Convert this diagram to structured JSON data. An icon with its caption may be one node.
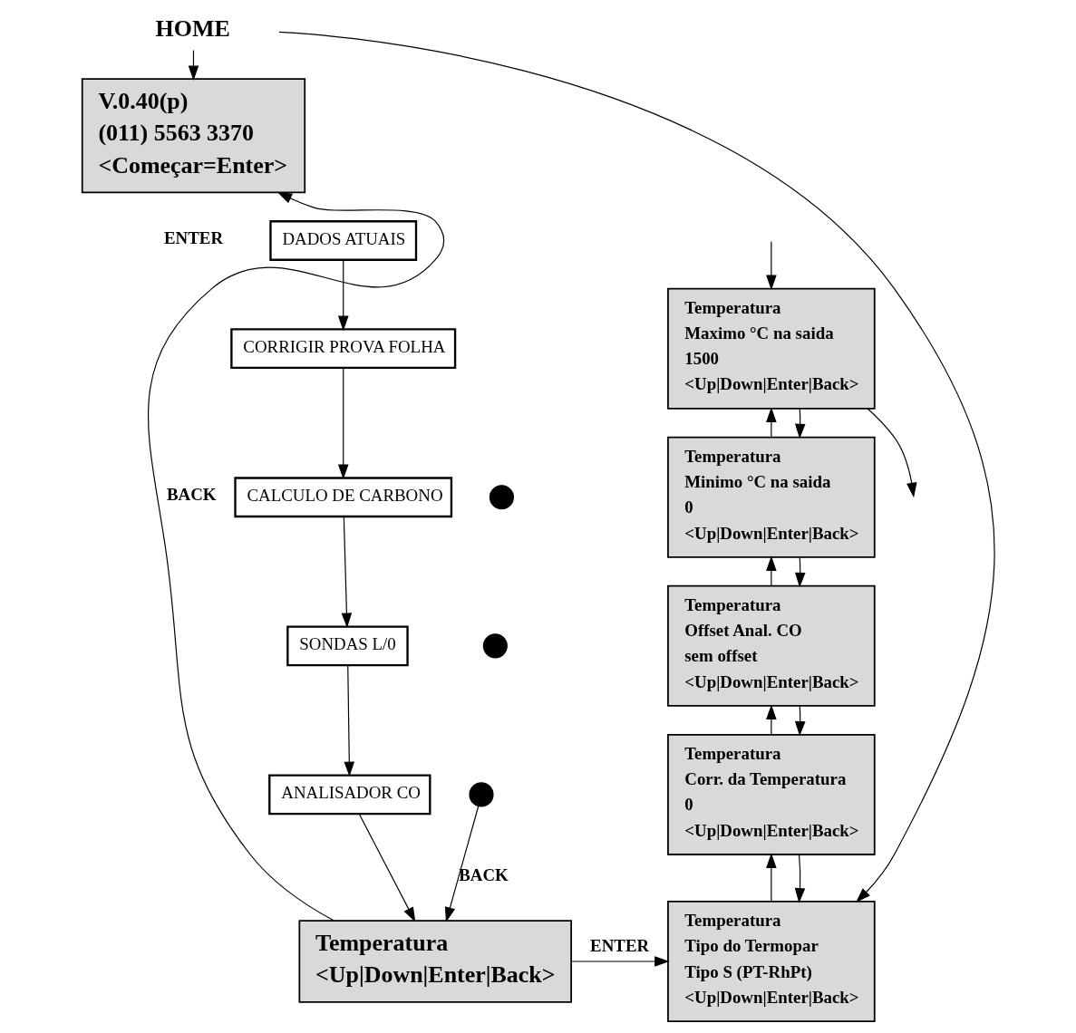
{
  "diagram": {
    "nodes": [
      {
        "text": [
          "HOME"
        ]
      },
      {
        "text": [
          "V.0.40(p)",
          "(011) 5563 3370",
          "<Começar=Enter>"
        ]
      },
      {
        "text": [
          "DADOS ATUAIS"
        ]
      },
      {
        "text": [
          "CORRIGIR PROVA FOLHA"
        ]
      },
      {
        "text": [
          "CALCULO DE CARBONO"
        ]
      },
      {
        "text": [
          "SONDAS L/0"
        ]
      },
      {
        "text": [
          "ANALISADOR CO"
        ]
      },
      {
        "text": [
          "Temperatura",
          "<Up|Down|Enter|Back>"
        ]
      },
      {
        "text": [
          "Temperatura",
          "Maximo °C na saida",
          "1500",
          "<Up|Down|Enter|Back>"
        ]
      },
      {
        "text": [
          "Temperatura",
          "Minimo °C na saida",
          "0",
          "<Up|Down|Enter|Back>"
        ]
      },
      {
        "text": [
          "Temperatura",
          "Offset Anal. CO",
          "sem offset",
          "<Up|Down|Enter|Back>"
        ]
      },
      {
        "text": [
          "Temperatura",
          "Corr. da Temperatura",
          "0",
          "<Up|Down|Enter|Back>"
        ]
      },
      {
        "text": [
          "Temperatura",
          "Tipo do Termopar",
          "Tipo S (PT-RhPt)",
          "<Up|Down|Enter|Back>"
        ]
      },
      {
        "text": [],
        "shape": "circle"
      },
      {
        "text": [],
        "shape": "circle"
      },
      {
        "text": [],
        "shape": "circle"
      }
    ],
    "edges": [
      {
        "from": 0,
        "to": 1,
        "arrow": "to"
      },
      {
        "from": 2,
        "to": 3,
        "arrow": "to"
      },
      {
        "from": 3,
        "to": 4,
        "arrow": "to"
      },
      {
        "from": 4,
        "to": 5,
        "arrow": "to"
      },
      {
        "from": 5,
        "to": 6,
        "arrow": "to"
      },
      {
        "from": 6,
        "to": 7,
        "arrow": "to"
      },
      {
        "from": 7,
        "to": 1,
        "label": "BACK",
        "arrow": "to"
      },
      {
        "from": 15,
        "to": 7,
        "label": "BACK",
        "arrow": "to"
      },
      {
        "from": 7,
        "to": 12,
        "label": "ENTER",
        "arrow": "to"
      },
      {
        "from": null,
        "to": 12,
        "arrow": "to"
      },
      {
        "from": 8,
        "to": null,
        "arrow": "to"
      },
      {
        "from": null,
        "to": 8,
        "arrow": "to"
      },
      {
        "from": 9,
        "to": 8,
        "arrow": "to"
      },
      {
        "from": 8,
        "to": 9,
        "arrow": "to"
      },
      {
        "from": 10,
        "to": 9,
        "arrow": "to"
      },
      {
        "from": 9,
        "to": 10,
        "arrow": "to"
      },
      {
        "from": 11,
        "to": 10,
        "arrow": "to"
      },
      {
        "from": 10,
        "to": 11,
        "arrow": "to"
      },
      {
        "from": 12,
        "to": 11,
        "arrow": "to"
      },
      {
        "from": 11,
        "to": 12,
        "arrow": "to"
      }
    ],
    "labels": [
      "ENTER"
    ]
  }
}
